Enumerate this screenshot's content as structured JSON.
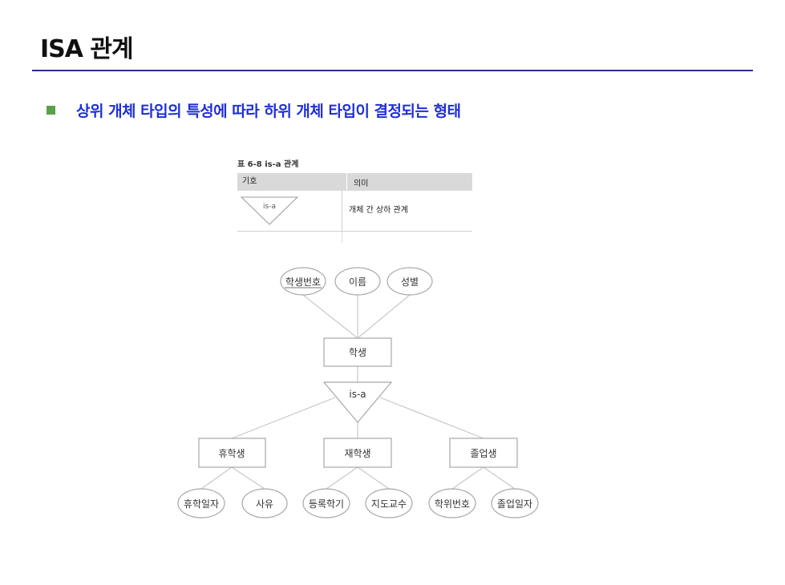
{
  "page": {
    "title": "ISA 관계",
    "bullet": "상위 개체 타입의 특성에 따라 하위 개체 타입이 결정되는 형태"
  },
  "table": {
    "caption": "표 6-8 is-a 관계",
    "headers": [
      "기호",
      "의미"
    ],
    "symbol_label": "is-a",
    "meaning": "개체 간 상하 관계"
  },
  "diagram": {
    "top_attributes": [
      "학생번호",
      "이름",
      "성별"
    ],
    "super_entity": "학생",
    "isa_label": "is-a",
    "sub_entities": [
      "휴학생",
      "재학생",
      "졸업생"
    ],
    "sub_attributes": [
      [
        "휴학일자",
        "사유"
      ],
      [
        "등록학기",
        "지도교수"
      ],
      [
        "학위번호",
        "졸업일자"
      ]
    ]
  },
  "colors": {
    "title_rule": "#2b2b8f",
    "bullet_square": "#5aa04a",
    "bullet_text": "#1f2fd6",
    "table_header_bg": "#d9d9d9",
    "line": "#c8c8c8"
  }
}
